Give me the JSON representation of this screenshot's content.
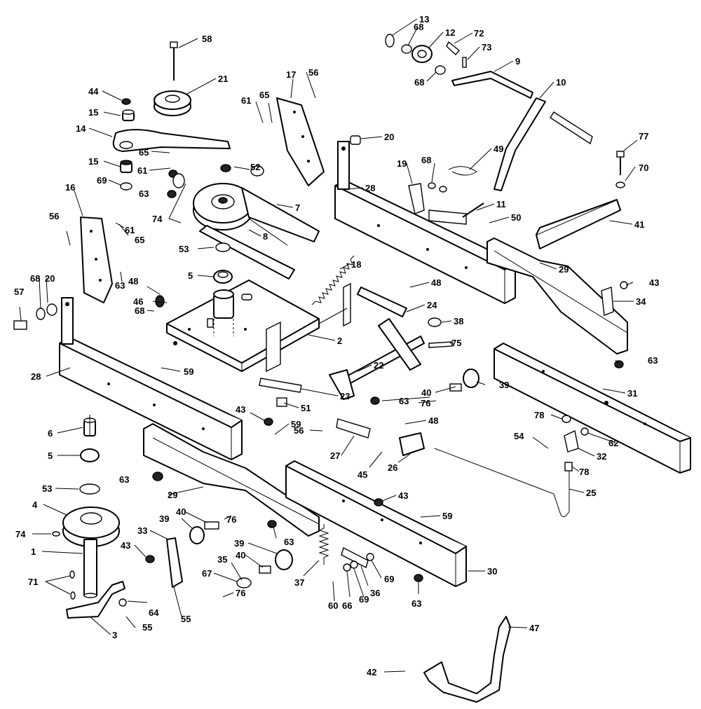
{
  "callouts": [
    {
      "id": "c1",
      "label": "1"
    },
    {
      "id": "c2",
      "label": "2"
    },
    {
      "id": "c3",
      "label": "3"
    },
    {
      "id": "c4",
      "label": "4"
    },
    {
      "id": "c5a",
      "label": "5"
    },
    {
      "id": "c5b",
      "label": "5"
    },
    {
      "id": "c6",
      "label": "6"
    },
    {
      "id": "c7",
      "label": "7"
    },
    {
      "id": "c8",
      "label": "8"
    },
    {
      "id": "c9",
      "label": "9"
    },
    {
      "id": "c10",
      "label": "10"
    },
    {
      "id": "c11",
      "label": "11"
    },
    {
      "id": "c12",
      "label": "12"
    },
    {
      "id": "c13",
      "label": "13"
    },
    {
      "id": "c14",
      "label": "14"
    },
    {
      "id": "c15a",
      "label": "15"
    },
    {
      "id": "c15b",
      "label": "15"
    },
    {
      "id": "c16",
      "label": "16"
    },
    {
      "id": "c17",
      "label": "17"
    },
    {
      "id": "c18",
      "label": "18"
    },
    {
      "id": "c19",
      "label": "19"
    },
    {
      "id": "c20a",
      "label": "20"
    },
    {
      "id": "c20b",
      "label": "20"
    },
    {
      "id": "c21",
      "label": "21"
    },
    {
      "id": "c22",
      "label": "22"
    },
    {
      "id": "c23",
      "label": "23"
    },
    {
      "id": "c24",
      "label": "24"
    },
    {
      "id": "c25",
      "label": "25"
    },
    {
      "id": "c26",
      "label": "26"
    },
    {
      "id": "c27",
      "label": "27"
    },
    {
      "id": "c28a",
      "label": "28"
    },
    {
      "id": "c28b",
      "label": "28"
    },
    {
      "id": "c29a",
      "label": "29"
    },
    {
      "id": "c29b",
      "label": "29"
    },
    {
      "id": "c30",
      "label": "30"
    },
    {
      "id": "c31",
      "label": "31"
    },
    {
      "id": "c32",
      "label": "32"
    },
    {
      "id": "c33",
      "label": "33"
    },
    {
      "id": "c34",
      "label": "34"
    },
    {
      "id": "c35",
      "label": "35"
    },
    {
      "id": "c36",
      "label": "36"
    },
    {
      "id": "c37",
      "label": "37"
    },
    {
      "id": "c38",
      "label": "38"
    },
    {
      "id": "c39a",
      "label": "39"
    },
    {
      "id": "c39b",
      "label": "39"
    },
    {
      "id": "c39c",
      "label": "39"
    },
    {
      "id": "c40a",
      "label": "40"
    },
    {
      "id": "c40b",
      "label": "40"
    },
    {
      "id": "c40c",
      "label": "40"
    },
    {
      "id": "c41",
      "label": "41"
    },
    {
      "id": "c42",
      "label": "42"
    },
    {
      "id": "c43a",
      "label": "43"
    },
    {
      "id": "c43b",
      "label": "43"
    },
    {
      "id": "c43c",
      "label": "43"
    },
    {
      "id": "c43d",
      "label": "43"
    },
    {
      "id": "c44",
      "label": "44"
    },
    {
      "id": "c45",
      "label": "45"
    },
    {
      "id": "c46",
      "label": "46"
    },
    {
      "id": "c47",
      "label": "47"
    },
    {
      "id": "c48a",
      "label": "48"
    },
    {
      "id": "c48b",
      "label": "48"
    },
    {
      "id": "c48c",
      "label": "48"
    },
    {
      "id": "c49",
      "label": "49"
    },
    {
      "id": "c50",
      "label": "50"
    },
    {
      "id": "c51",
      "label": "51"
    },
    {
      "id": "c52",
      "label": "52"
    },
    {
      "id": "c53a",
      "label": "53"
    },
    {
      "id": "c53b",
      "label": "53"
    },
    {
      "id": "c54",
      "label": "54"
    },
    {
      "id": "c55a",
      "label": "55"
    },
    {
      "id": "c55b",
      "label": "55"
    },
    {
      "id": "c56a",
      "label": "56"
    },
    {
      "id": "c56b",
      "label": "56"
    },
    {
      "id": "c56c",
      "label": "56"
    },
    {
      "id": "c57",
      "label": "57"
    },
    {
      "id": "c58",
      "label": "58"
    },
    {
      "id": "c59a",
      "label": "59"
    },
    {
      "id": "c59b",
      "label": "59"
    },
    {
      "id": "c59c",
      "label": "59"
    },
    {
      "id": "c60",
      "label": "60"
    },
    {
      "id": "c61a",
      "label": "61"
    },
    {
      "id": "c61b",
      "label": "61"
    },
    {
      "id": "c61c",
      "label": "61"
    },
    {
      "id": "c62",
      "label": "62"
    },
    {
      "id": "c63a",
      "label": "63"
    },
    {
      "id": "c63b",
      "label": "63"
    },
    {
      "id": "c63c",
      "label": "63"
    },
    {
      "id": "c63d",
      "label": "63"
    },
    {
      "id": "c63e",
      "label": "63"
    },
    {
      "id": "c63f",
      "label": "63"
    },
    {
      "id": "c63g",
      "label": "63"
    },
    {
      "id": "c64",
      "label": "64"
    },
    {
      "id": "c65a",
      "label": "65"
    },
    {
      "id": "c65b",
      "label": "65"
    },
    {
      "id": "c65c",
      "label": "65"
    },
    {
      "id": "c66",
      "label": "66"
    },
    {
      "id": "c67",
      "label": "67"
    },
    {
      "id": "c68a",
      "label": "68"
    },
    {
      "id": "c68b",
      "label": "68"
    },
    {
      "id": "c68c",
      "label": "68"
    },
    {
      "id": "c68d",
      "label": "68"
    },
    {
      "id": "c68e",
      "label": "68"
    },
    {
      "id": "c69a",
      "label": "69"
    },
    {
      "id": "c69b",
      "label": "69"
    },
    {
      "id": "c69c",
      "label": "69"
    },
    {
      "id": "c70",
      "label": "70"
    },
    {
      "id": "c71",
      "label": "71"
    },
    {
      "id": "c72",
      "label": "72"
    },
    {
      "id": "c73",
      "label": "73"
    },
    {
      "id": "c74a",
      "label": "74"
    },
    {
      "id": "c74b",
      "label": "74"
    },
    {
      "id": "c75",
      "label": "75"
    },
    {
      "id": "c76a",
      "label": "76"
    },
    {
      "id": "c76b",
      "label": "76"
    },
    {
      "id": "c76c",
      "label": "76"
    },
    {
      "id": "c77",
      "label": "77"
    },
    {
      "id": "c78a",
      "label": "78"
    },
    {
      "id": "c78b",
      "label": "78"
    }
  ]
}
